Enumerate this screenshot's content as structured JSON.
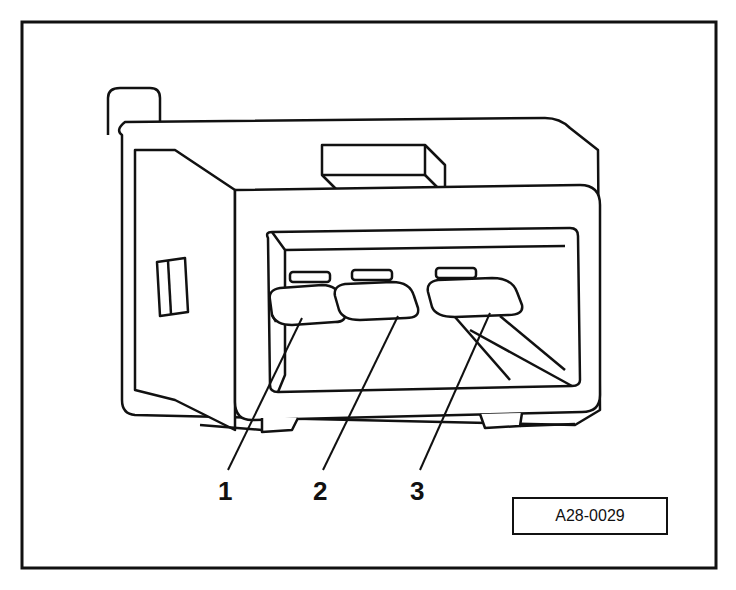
{
  "diagram": {
    "nodes": [
      {
        "text": [
          "A28-0029"
        ]
      }
    ],
    "labels": [
      "1",
      "2",
      "3"
    ]
  }
}
